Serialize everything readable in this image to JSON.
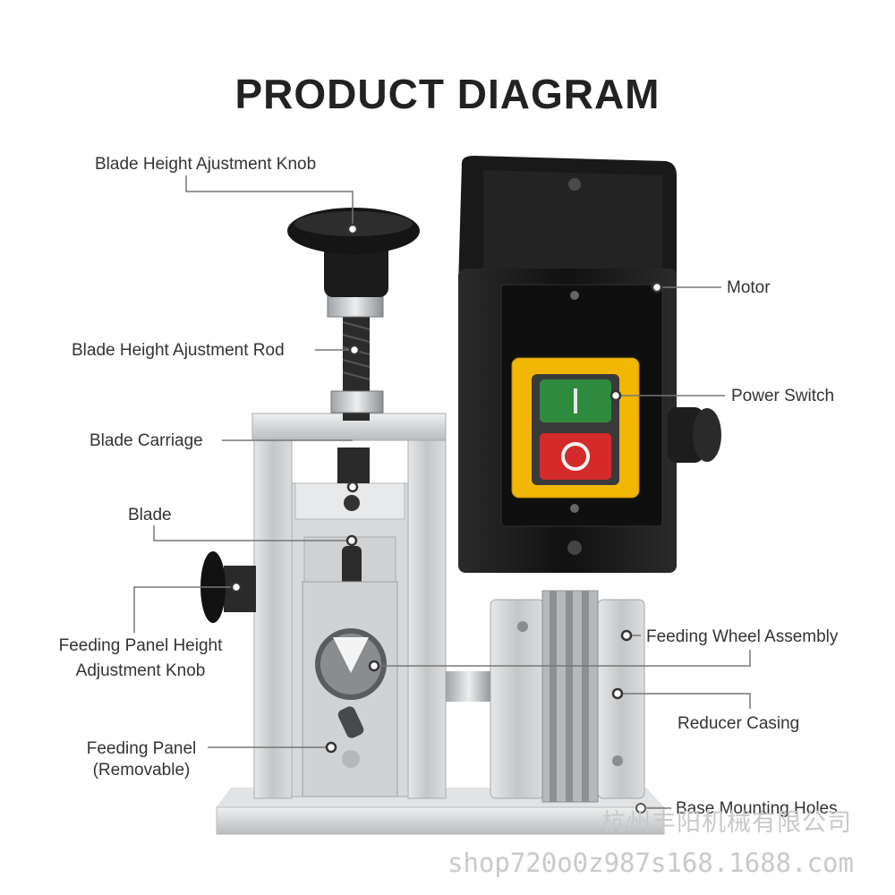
{
  "title": "PRODUCT DIAGRAM",
  "labels": {
    "blade_height_knob": "Blade Height Ajustment Knob",
    "blade_height_rod": "Blade Height Ajustment Rod",
    "blade_carriage": "Blade Carriage",
    "blade": "Blade",
    "feeding_panel_knob_line1": "Feeding Panel Height",
    "feeding_panel_knob_line2": "Adjustment Knob",
    "feeding_panel_line1": "Feeding Panel",
    "feeding_panel_line2": "(Removable)",
    "motor": "Motor",
    "power_switch": "Power Switch",
    "feeding_wheel_assembly": "Feeding Wheel Assembly",
    "reducer_casing": "Reducer Casing",
    "base_mounting_holes": "Base Mounting Holes"
  },
  "watermark": {
    "company": "杭州丰阳机械有限公司",
    "url": "shop720o0z987s168.1688.com"
  },
  "colors": {
    "switch_start": "#2e8b3e",
    "switch_stop": "#d42a2a",
    "switch_frame": "#f2b705",
    "housing": "#1a1a1a",
    "aluminum": "#c8cacc"
  }
}
